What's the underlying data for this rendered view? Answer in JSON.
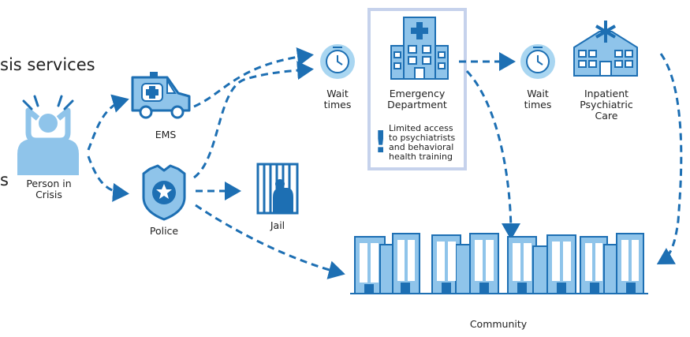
{
  "legend": {
    "crisis_services_partial": "sis services",
    "second_partial": "s"
  },
  "nodes": {
    "person": {
      "line1": "Person in",
      "line2": "Crisis"
    },
    "ems": {
      "label": "EMS"
    },
    "police": {
      "label": "Police"
    },
    "jail": {
      "label": "Jail"
    },
    "wait1": {
      "line1": "Wait",
      "line2": "times"
    },
    "ed": {
      "line1": "Emergency",
      "line2": "Department"
    },
    "ed_note": {
      "line1": "Limited access",
      "line2": "to psychiatrists",
      "line3": "and behavioral",
      "line4": "health training"
    },
    "wait2": {
      "line1": "Wait",
      "line2": "times"
    },
    "inpatient": {
      "line1": "Inpatient",
      "line2": "Psychiatric",
      "line3": "Care"
    },
    "community": {
      "label": "Community"
    }
  },
  "colors": {
    "primary": "#1d6fb3",
    "light": "#8fc4ea",
    "clock": "#a9d6f1",
    "box_border": "#c6d2ec"
  },
  "icons": [
    "person-in-crisis-icon",
    "ambulance-icon",
    "police-badge-icon",
    "jail-icon",
    "clock-icon",
    "hospital-icon",
    "psychiatric-hospital-icon",
    "community-buildings-icon",
    "exclamation-icon"
  ]
}
